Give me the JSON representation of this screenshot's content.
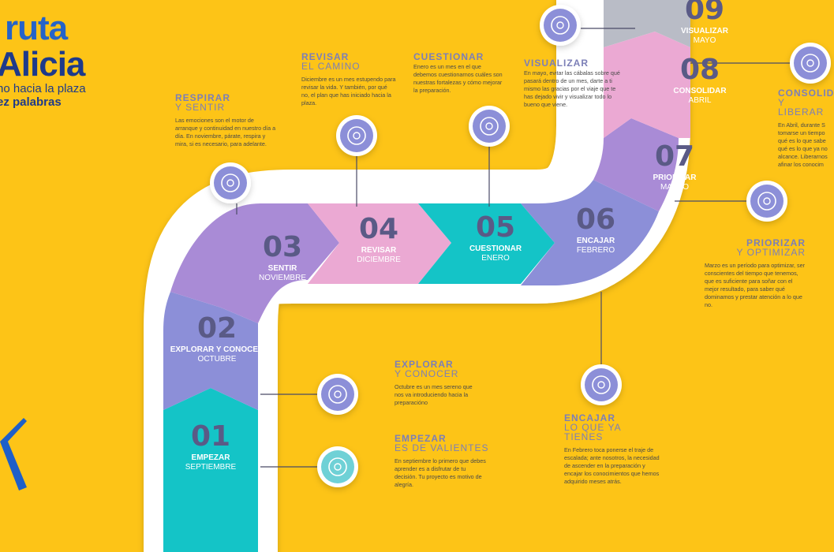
{
  "header": {
    "line1": "ruta",
    "line2": "Alicia",
    "line3": "no hacia la plaza",
    "line4": "ez palabras"
  },
  "colors": {
    "background": "#FDC417",
    "teal": "#14C4C7",
    "blue_purple": "#8C8FD8",
    "purple": "#A98BD6",
    "pink": "#EBA9D3",
    "gray": "#B9BCC6",
    "number_text": "#5A5A86",
    "heading_text": "#7C7FB7"
  },
  "steps": [
    {
      "num": "01",
      "title": "EMPEZAR",
      "month": "SEPTIEMBRE"
    },
    {
      "num": "02",
      "title": "EXPLORAR Y CONOCER",
      "month": "OCTUBRE"
    },
    {
      "num": "03",
      "title": "SENTIR",
      "month": "NOVIEMBRE"
    },
    {
      "num": "04",
      "title": "REVISAR",
      "month": "DICIEMBRE"
    },
    {
      "num": "05",
      "title": "CUESTIONAR",
      "month": "ENERO"
    },
    {
      "num": "06",
      "title": "ENCAJAR",
      "month": "FEBRERO"
    },
    {
      "num": "07",
      "title": "PRIORIZAR",
      "month": "MARZO"
    },
    {
      "num": "08",
      "title": "CONSOLIDAR",
      "month": "ABRIL"
    },
    {
      "num": "09",
      "title": "VISUALIZAR",
      "month": "MAYO"
    }
  ],
  "infos": {
    "respirar": {
      "h1": "RESPIRAR",
      "h2": "Y SENTIR",
      "body": "Las emociones son el motor de arranque y continuidad en nuestro día a día. En noviembre, párate, respira y mira, si es necesario, para adelante."
    },
    "revisar": {
      "h1": "REVISAR",
      "h2": "EL CAMINO",
      "body": "Diciembre es un mes estupendo para revisar la vida. Y también, por qué no, el plan que has iniciado hacia la plaza."
    },
    "cuestionar": {
      "h1": "CUESTIONAR",
      "h2": "",
      "body": "Enero es un mes en el que debemos cuestionarnos cuáles son nuestras fortalezas y cómo mejorar la preparación."
    },
    "visualizar": {
      "h1": "VISUALIZAR",
      "h2": "",
      "body": "En mayo, evitar las cábalas sobre qué pasará dentro de un mes, darte a ti mismo las gracias por el viaje que te has dejado vivir y visualizar todo lo bueno que viene."
    },
    "consolidar": {
      "h1": "CONSOLID",
      "h2": "Y LIBERAR",
      "body": "En Abril, durante S tomarse un tiempo qué es lo que sabe qué es lo que ya no alcance. Liberarnos afinar los conocim"
    },
    "priorizar": {
      "h1": "PRIORIZAR",
      "h2": "Y OPTIMIZAR",
      "body": "Marzo es un período para optimizar, ser conscientes del tiempo que tenemos, que es suficiente para soñar con el mejor resultado, para saber qué dominamos y prestar atención a lo que no."
    },
    "explorar": {
      "h1": "EXPLORAR",
      "h2": "Y CONOCER",
      "body": "Octubre es un mes sereno que nos va introduciendo hacia la preparacióno"
    },
    "empezar": {
      "h1": "EMPEZAR",
      "h2": "ES DE VALIENTES",
      "body": "En septiembre lo primero que debes aprender es a disfrutar de tu decisión. Tu proyecto es motivo de alegría."
    },
    "encajar": {
      "h1": "ENCAJAR",
      "h2": "LO QUE YA TIENES",
      "body": "En Febrero toca ponerse el traje de escalada; ante nosotros, la necesidad de ascender en la preparación y encajar los conocimientos que hemos adquirido meses atrás."
    }
  },
  "icons": [
    "hearts-hands-icon",
    "path-route-icon",
    "lightbulb-head-icon",
    "eye-icon",
    "handshake-icon",
    "target-icon",
    "brain-puzzle-icon",
    "lightbulb-icon",
    "spiral-target-icon"
  ]
}
